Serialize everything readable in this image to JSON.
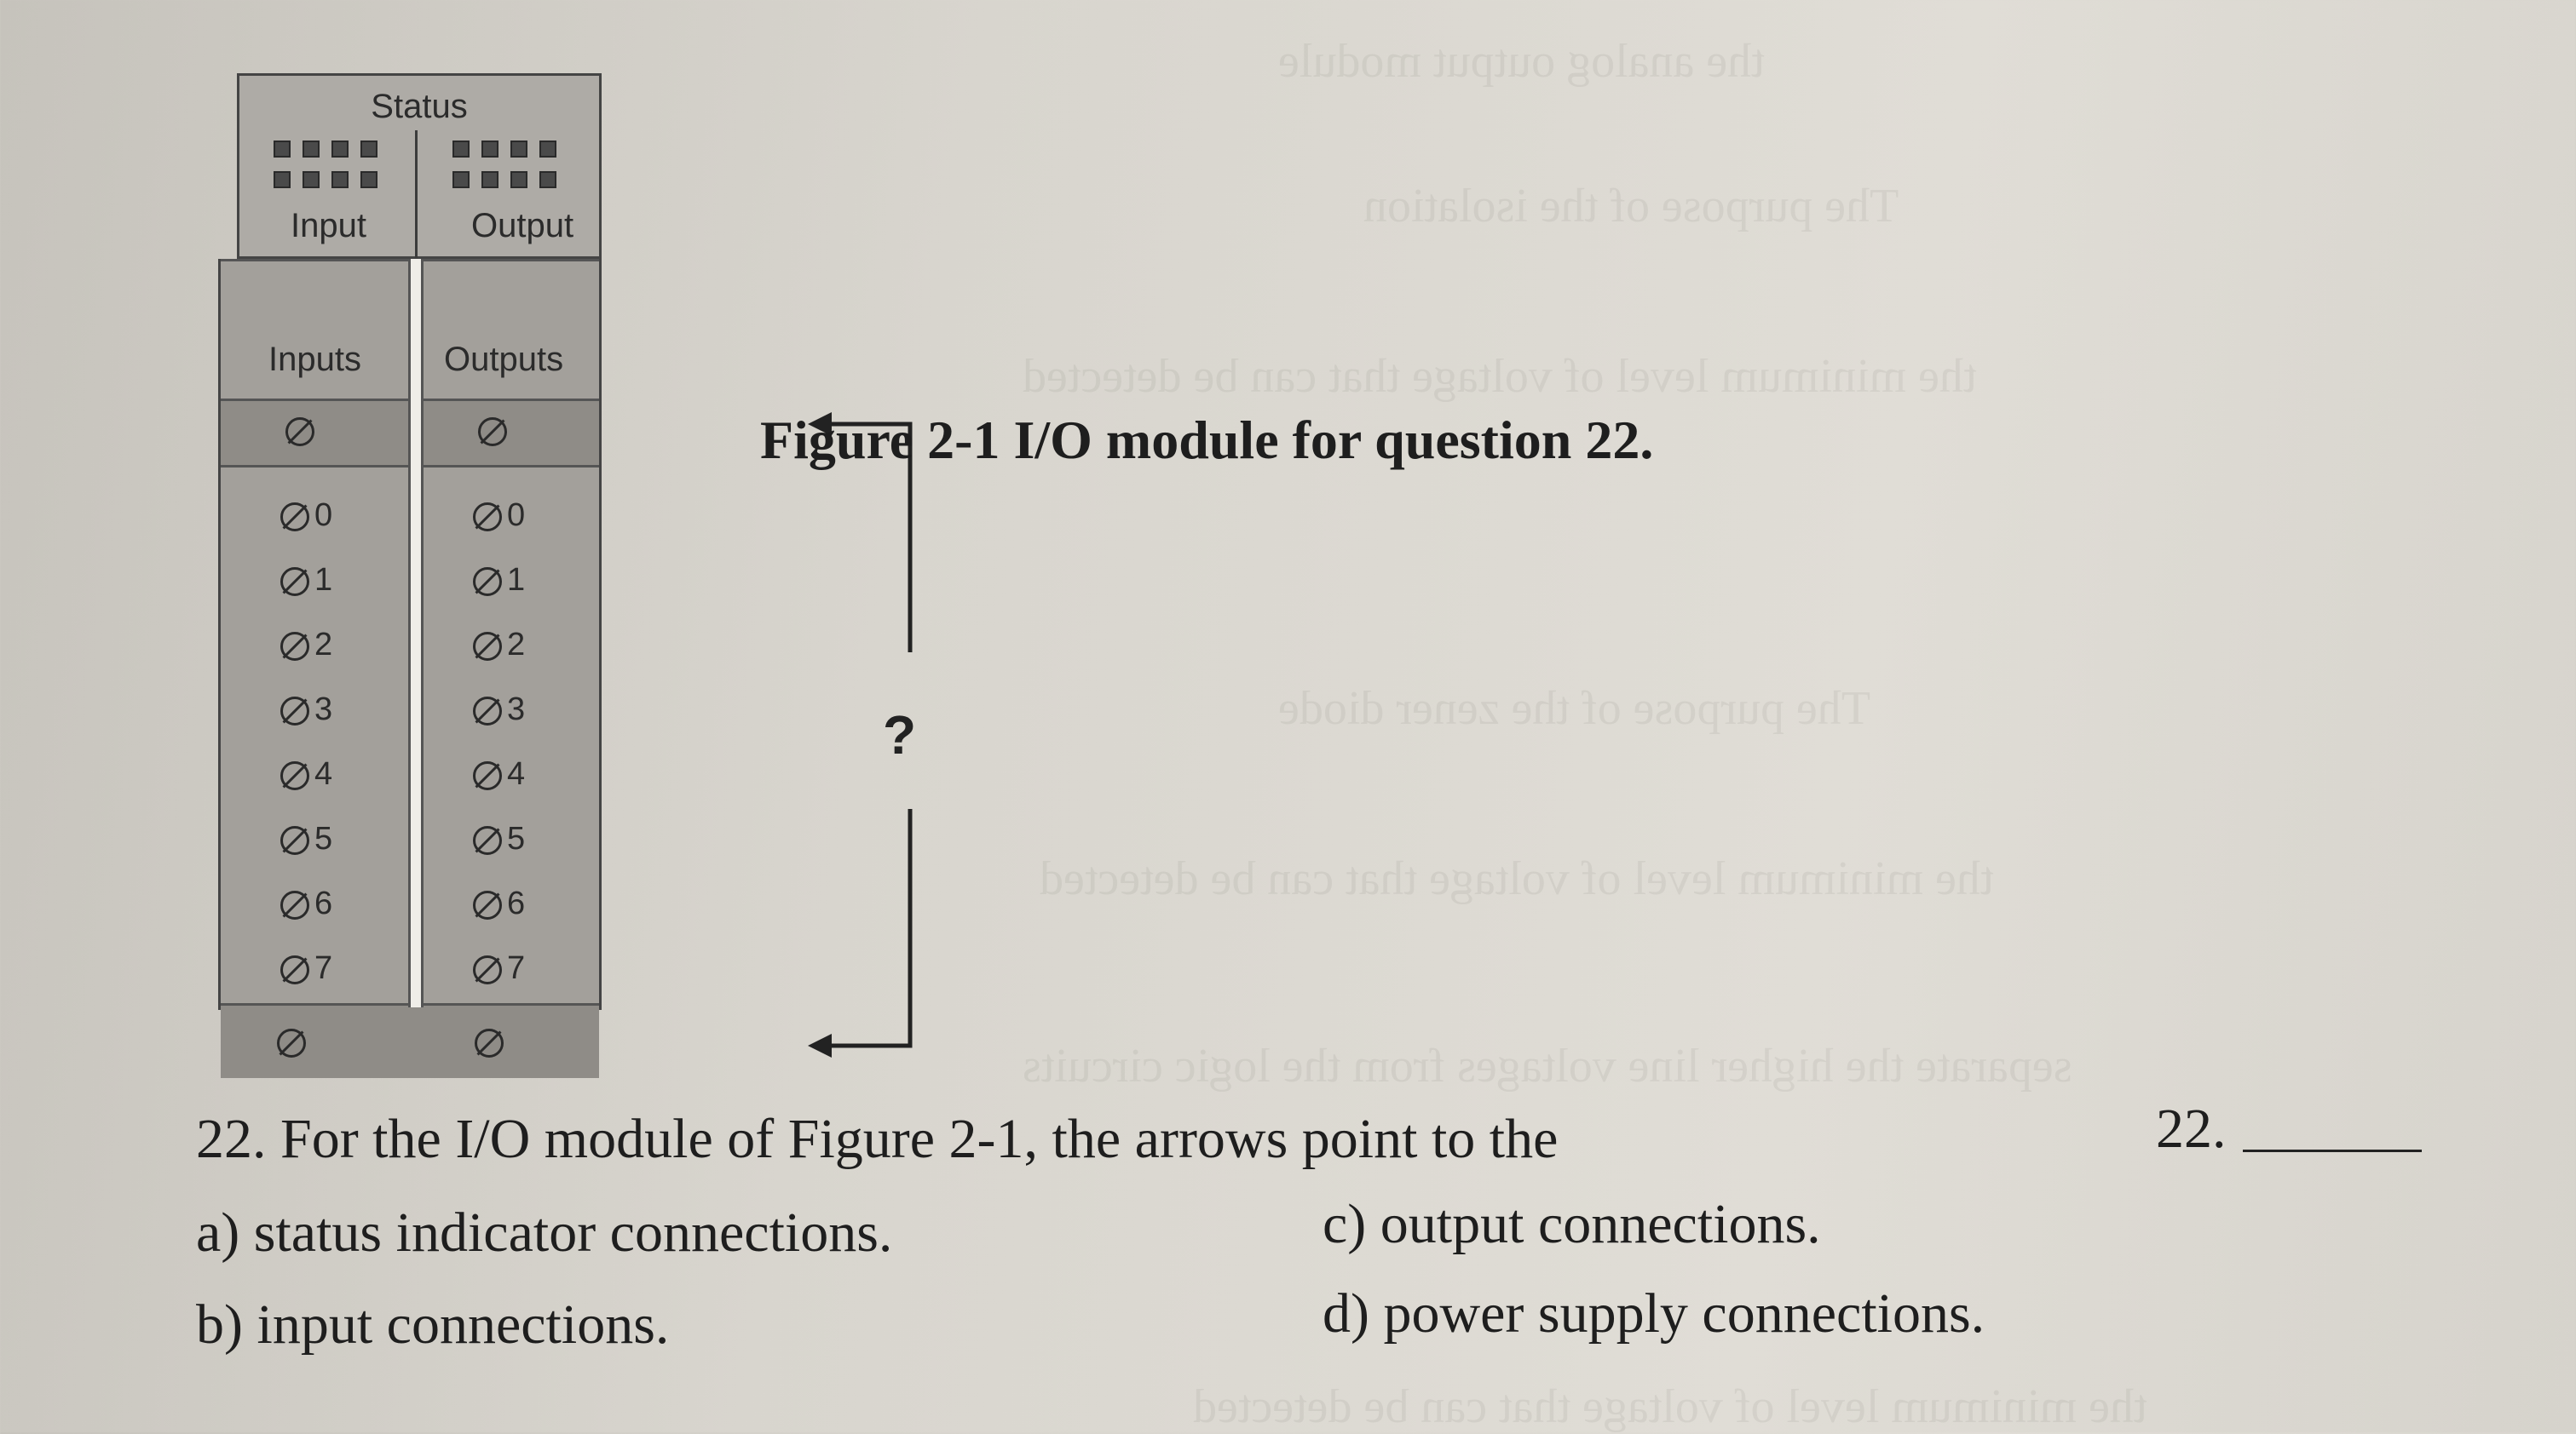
{
  "module": {
    "status_label": "Status",
    "panel_input_label": "Input",
    "panel_output_label": "Output",
    "inputs_header": "Inputs",
    "outputs_header": "Outputs",
    "input_terminals": [
      "0",
      "1",
      "2",
      "3",
      "4",
      "5",
      "6",
      "7"
    ],
    "output_terminals": [
      "0",
      "1",
      "2",
      "3",
      "4",
      "5",
      "6",
      "7"
    ],
    "question_mark": "?"
  },
  "figure_caption": "Figure 2-1 I/O module for question 22.",
  "question": {
    "stem": "22. For the I/O module of Figure 2-1, the arrows point to the",
    "answer_number": "22.",
    "options": {
      "a": "a) status indicator connections.",
      "b": "b) input connections.",
      "c": "c) output connections.",
      "d": "d) power supply connections."
    }
  }
}
